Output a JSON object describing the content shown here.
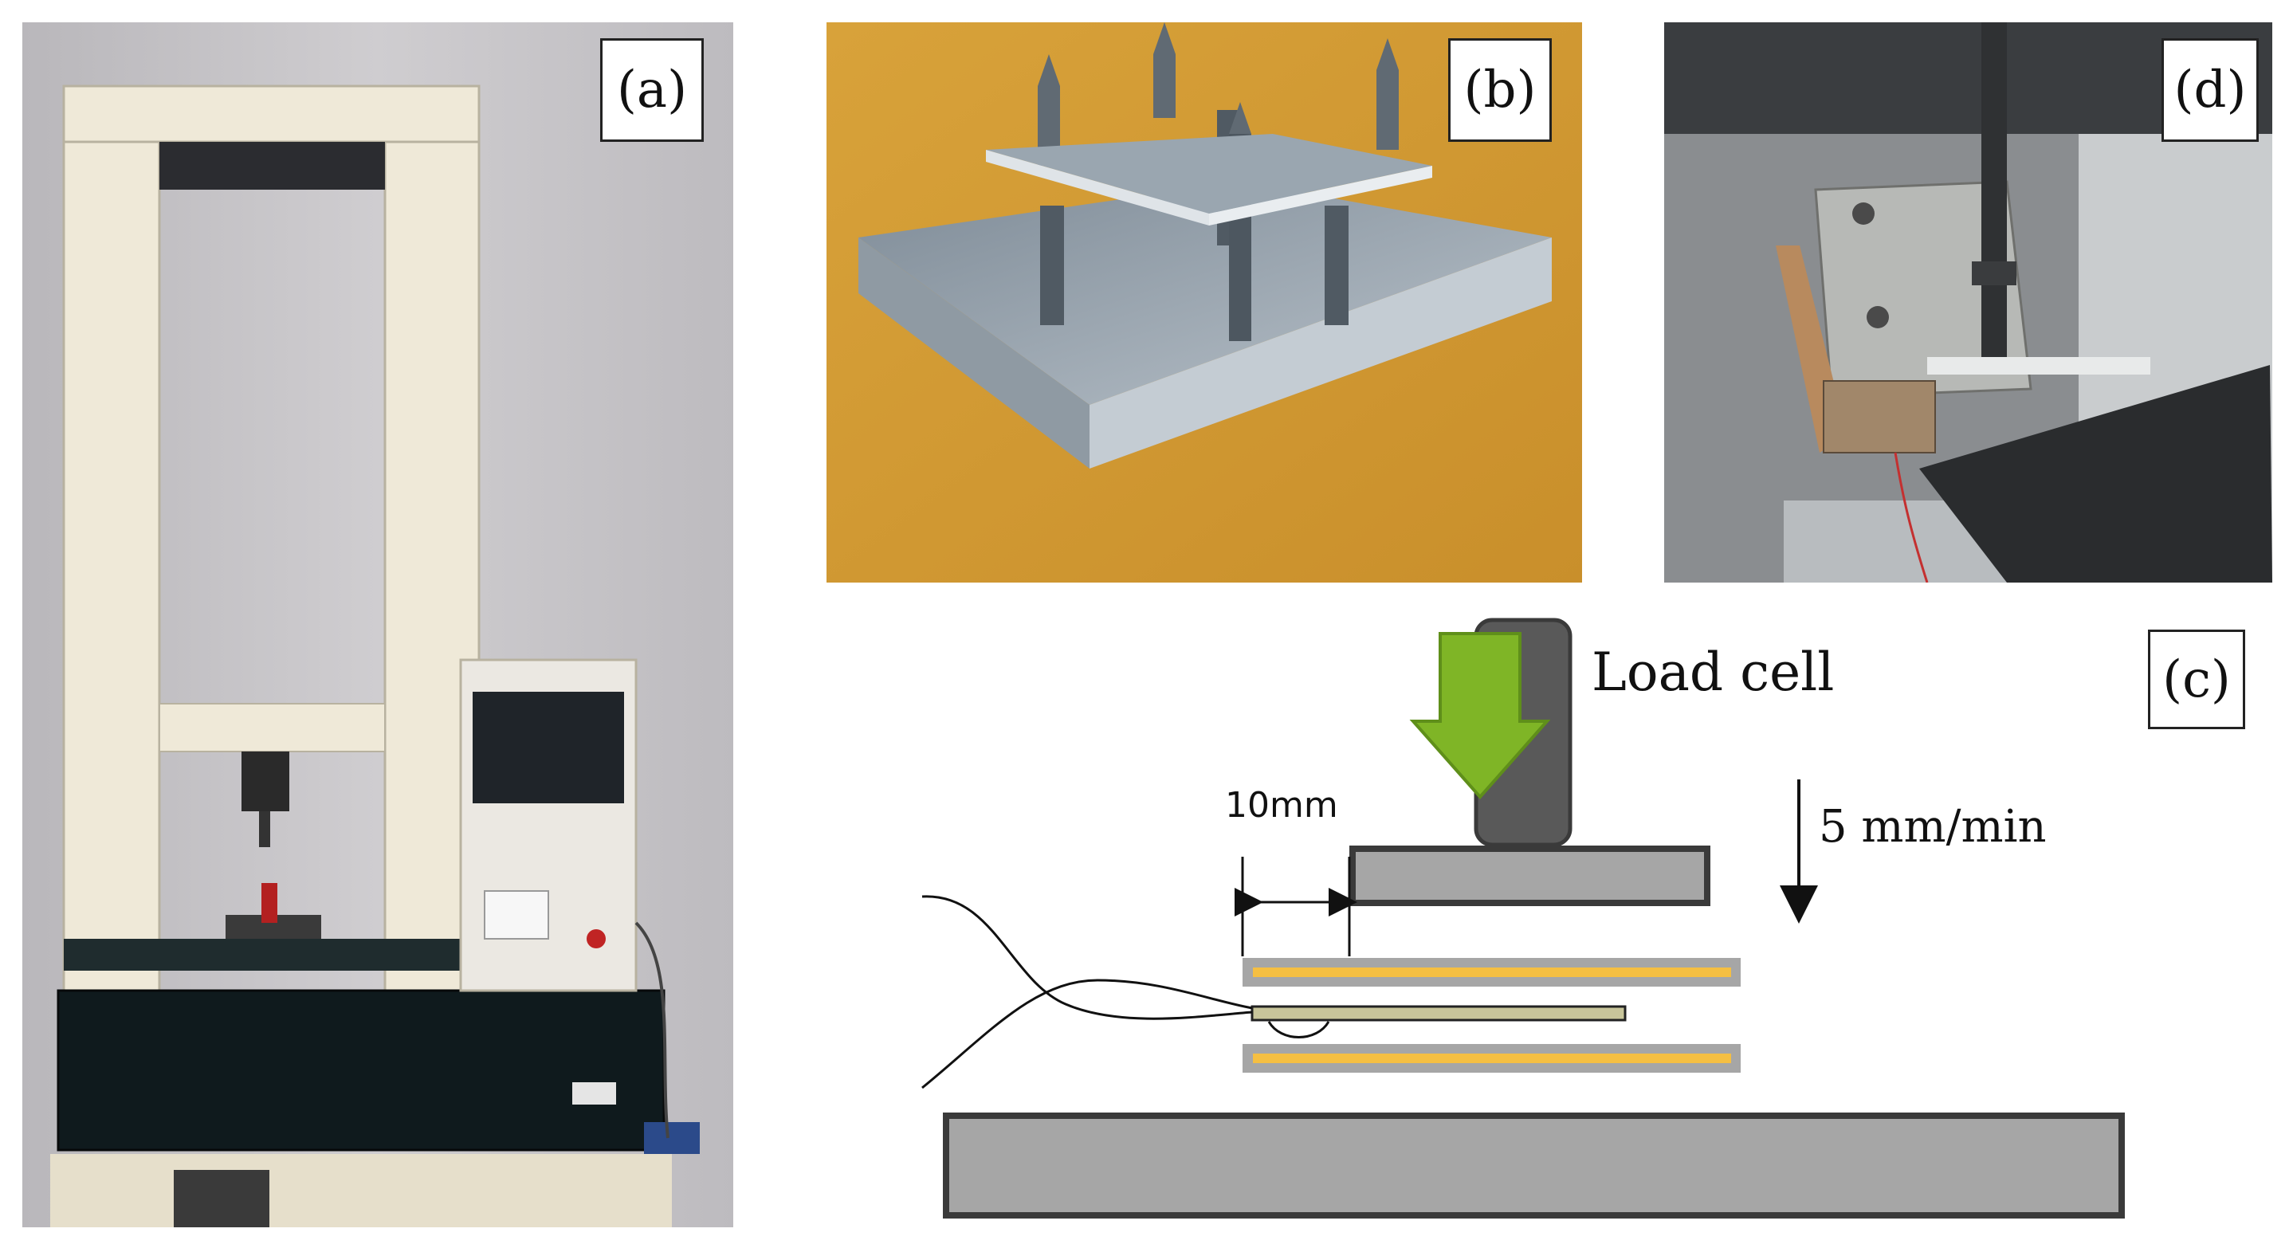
{
  "panels": {
    "a": {
      "label": "(a)"
    },
    "b": {
      "label": "(b)"
    },
    "c": {
      "label": "(c)"
    },
    "d": {
      "label": "(d)"
    }
  },
  "diagram": {
    "load_cell_label": "Load cell",
    "speed_label": "5 mm/min",
    "dimension_label": "10mm"
  },
  "colors": {
    "arrow_green": "#7fb526",
    "plate_gray": "#a6a6a6",
    "plate_border": "#3a3a3a",
    "specimen_strip": "#f5bf42",
    "sensor_film": "#c8c59a",
    "load_cell": "#595959"
  }
}
